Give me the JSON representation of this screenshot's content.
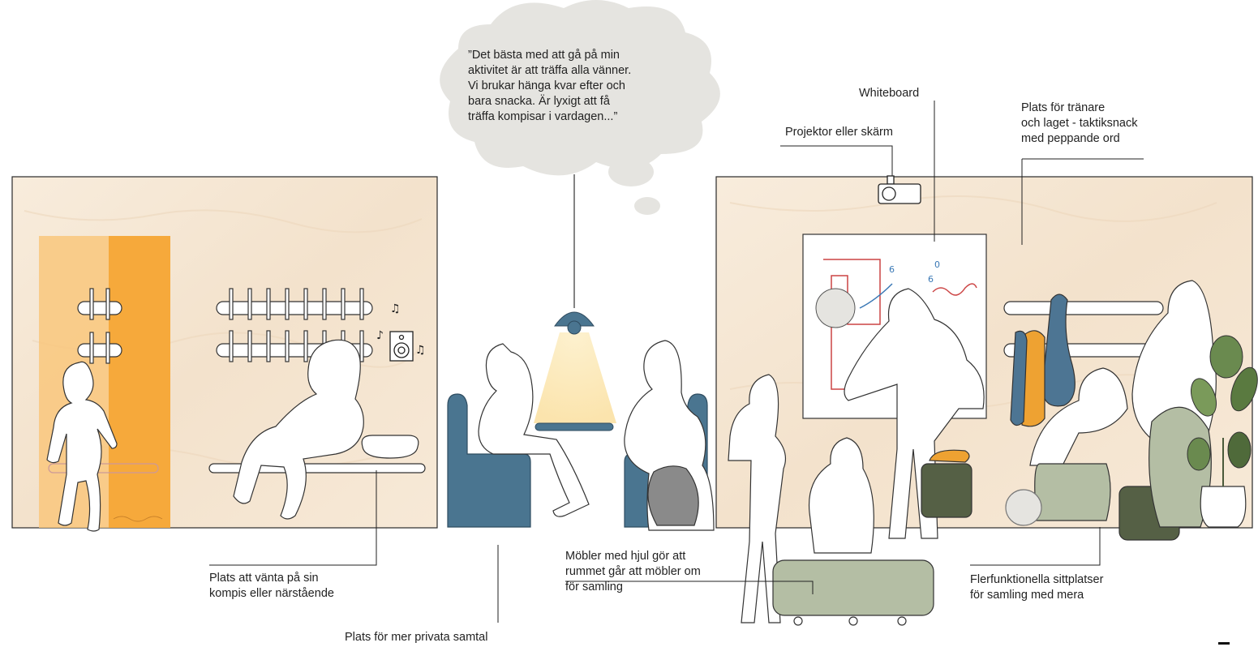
{
  "speech_bubble": {
    "quote": "”Det bästa med att gå på min\naktivitet är att träffa alla vänner.\nVi brukar hänga kvar efter och\nbara snacka. Är lyxigt att få\nträffa kompisar i vardagen...”"
  },
  "annotations": {
    "whiteboard": "Whiteboard",
    "projector": "Projektor eller skärm",
    "coach_area": "Plats för tränare\noch laget - taktiksnack\nmed peppande ord",
    "waiting": "Plats att vänta på sin\nkompis eller närstående",
    "private_talks": "Plats för mer privata samtal",
    "wheeled_furniture": "Möbler med hjul gör att\nrummet går att möbler om\nför samling",
    "multi_seating": "Flerfunktionella sittplatser\nför samling med mera"
  },
  "colors": {
    "wood": "#f5e6d3",
    "orange": "#f6a93b",
    "orange_light": "#f9c77c",
    "teal": "#4a7590",
    "sage": "#b4bea4",
    "dark_green": "#556045",
    "cloud": "#e5e4e0",
    "lamp_light": "#fbe8b8",
    "jersey_blue": "#4d7593",
    "jersey_orange": "#eea232"
  },
  "icons": [
    "music-note-icon",
    "speaker-icon",
    "projector-icon",
    "lamp-icon",
    "plant-icon"
  ]
}
